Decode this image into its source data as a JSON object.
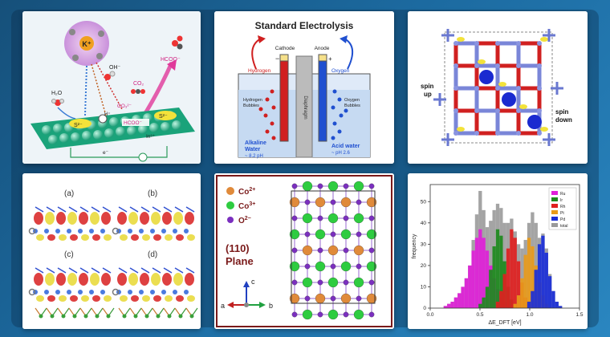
{
  "catalysis": {
    "k_ion": "K⁺",
    "oh": "OH⁻",
    "co2": "CO₂",
    "hcoo_top": "HCOO⁻",
    "h2o": "H₂O",
    "s2_left": "S²⁻",
    "h_plus": "H⁺",
    "co3": "CO₃²⁻",
    "hcoo_mid": "HCOO⁻",
    "s2_right": "S²⁻",
    "in3": "In³⁺",
    "electron": "e⁻"
  },
  "electrolysis": {
    "title": "Standard Electrolysis",
    "cathode": "Cathode",
    "anode": "Anode",
    "minus": "−",
    "plus": "+",
    "hydrogen": "Hydrogen",
    "oxygen": "Oxygen",
    "hydrogen_bubbles_1": "Hydrogen",
    "hydrogen_bubbles_2": "Bubbles",
    "oxygen_bubbles_1": "Oxygen",
    "oxygen_bubbles_2": "Bubbles",
    "diaphragm": "Diaphragm",
    "alkaline_1": "Alkaline",
    "alkaline_2": "Water",
    "alkaline_3": "~ 8.2 pH",
    "acid_1": "Acid water",
    "acid_2": "~ pH 2.6"
  },
  "spin": {
    "up_1": "spin",
    "up_2": "up",
    "down_1": "spin",
    "down_2": "down"
  },
  "charge_density": {
    "labels": [
      "(a)",
      "(b)",
      "(c)",
      "(d)"
    ]
  },
  "plane": {
    "co2_label": "Co",
    "co2_sup": "2+",
    "co3_label": "Co",
    "co3_sup": "3+",
    "o_label": "O",
    "o_sup": "2−",
    "plane_1": "(110)",
    "plane_2": "Plane",
    "axis_a": "a",
    "axis_b": "b",
    "axis_c": "c",
    "colors": {
      "co2": "#e08a3a",
      "co3": "#2ecc40",
      "o": "#7b2fbf",
      "frame": "#7a1a1a"
    }
  },
  "chart_data": {
    "type": "histogram",
    "xlabel": "ΔE_DFT [eV]",
    "ylabel": "frequency",
    "xlim": [
      0.0,
      1.5
    ],
    "ylim": [
      0,
      58
    ],
    "xticks": [
      "0.0",
      "0.5",
      "1.0",
      "1.5"
    ],
    "yticks": [
      "0",
      "10",
      "20",
      "30",
      "40",
      "50"
    ],
    "legend_position": "top-right",
    "bin_edges_start": 0.1,
    "bin_width": 0.035,
    "series": [
      {
        "name": "Ru",
        "color": "#e01fd8",
        "values": [
          0,
          1,
          2,
          3,
          5,
          7,
          10,
          14,
          20,
          27,
          33,
          37,
          33,
          27,
          20,
          14,
          9,
          5,
          3,
          1
        ]
      },
      {
        "name": "Ir",
        "color": "#1d8a1d",
        "values": [
          0,
          0,
          0,
          0,
          0,
          0,
          0,
          0,
          0,
          0,
          0,
          2,
          5,
          10,
          18,
          29,
          37,
          34,
          22,
          10,
          4,
          1
        ]
      },
      {
        "name": "Rh",
        "color": "#e02020",
        "values": [
          0,
          0,
          0,
          0,
          0,
          0,
          0,
          0,
          0,
          0,
          0,
          0,
          0,
          0,
          0,
          0,
          3,
          8,
          16,
          28,
          37,
          33,
          22,
          12,
          5,
          2
        ]
      },
      {
        "name": "Pt",
        "color": "#e89a1a",
        "values": [
          0,
          0,
          0,
          0,
          0,
          0,
          0,
          0,
          0,
          0,
          0,
          0,
          0,
          0,
          0,
          0,
          0,
          0,
          0,
          0,
          0,
          2,
          6,
          14,
          25,
          33,
          29,
          20,
          12,
          6,
          2
        ]
      },
      {
        "name": "Pd",
        "color": "#1a2ed8",
        "values": [
          0,
          0,
          0,
          0,
          0,
          0,
          0,
          0,
          0,
          0,
          0,
          0,
          0,
          0,
          0,
          0,
          0,
          0,
          0,
          0,
          0,
          0,
          0,
          0,
          0,
          3,
          8,
          18,
          30,
          34,
          26,
          15,
          8,
          3,
          1
        ]
      },
      {
        "name": "total",
        "color": "#9a9a9a",
        "values": [
          0,
          1,
          2,
          3,
          5,
          7,
          10,
          14,
          20,
          32,
          44,
          55,
          46,
          38,
          41,
          46,
          49,
          47,
          40,
          40,
          42,
          36,
          30,
          28,
          32,
          40,
          45,
          40,
          33,
          35,
          28,
          16,
          8,
          3,
          1
        ]
      }
    ]
  }
}
